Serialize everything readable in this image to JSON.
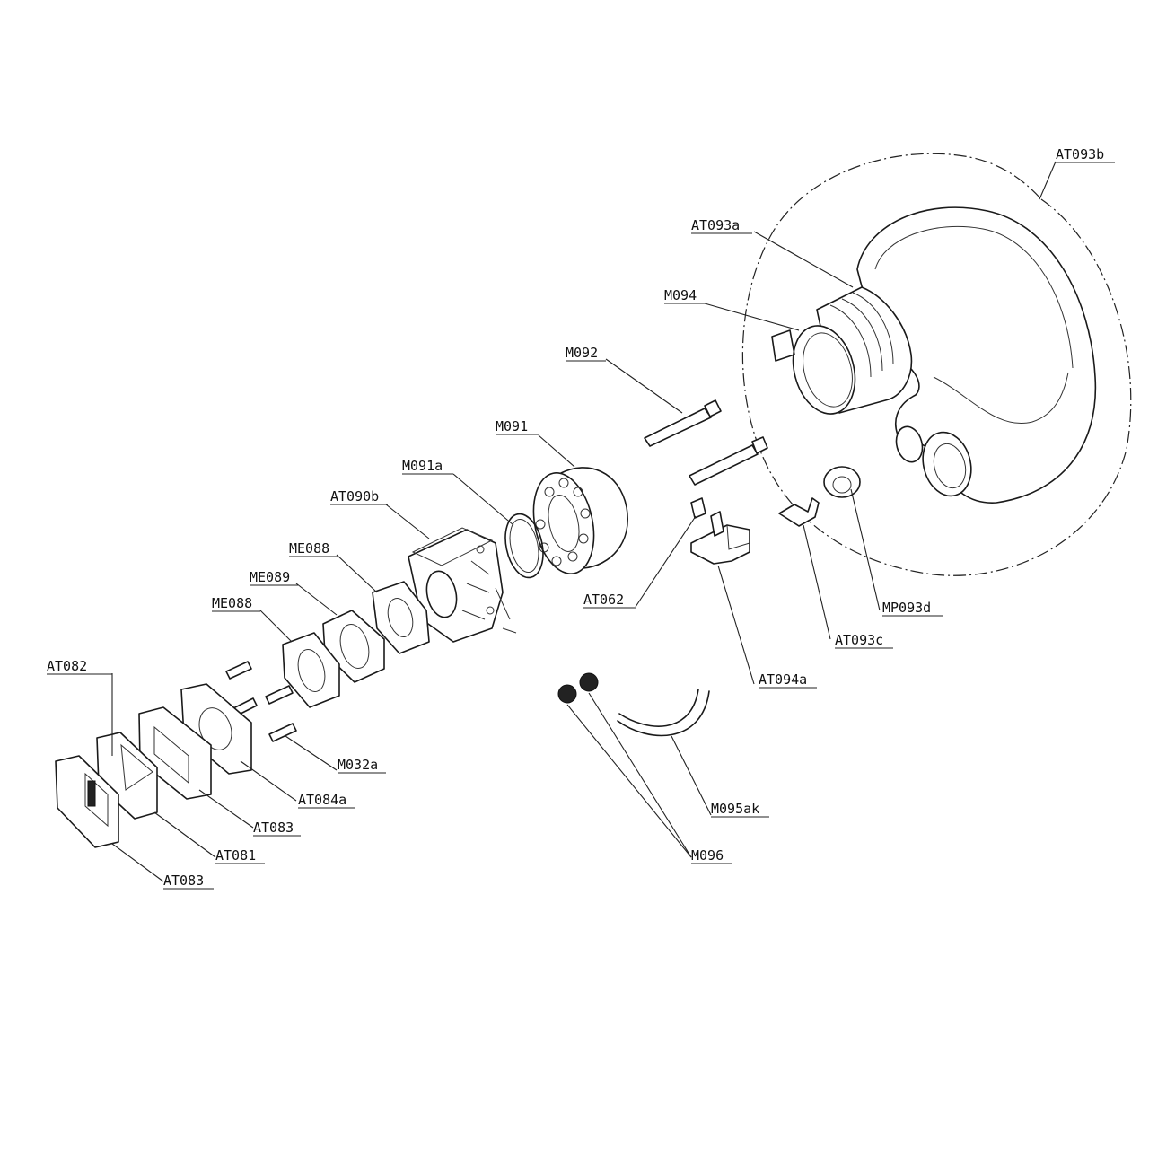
{
  "diagram": {
    "labels": {
      "AT093b": "AT093b",
      "AT093a": "AT093a",
      "M094": "M094",
      "M092": "M092",
      "M091": "M091",
      "M091a": "M091a",
      "AT090b": "AT090b",
      "ME088_top": "ME088",
      "ME089": "ME089",
      "ME088_bottom": "ME088",
      "AT082": "AT082",
      "AT062": "AT062",
      "MP093d": "MP093d",
      "AT093c": "AT093c",
      "AT094a": "AT094a",
      "M032a": "M032a",
      "AT084a": "AT084a",
      "AT083_top": "AT083",
      "AT081": "AT081",
      "AT083_bottom": "AT083",
      "M095ak": "M095ak",
      "M096": "M096"
    }
  }
}
